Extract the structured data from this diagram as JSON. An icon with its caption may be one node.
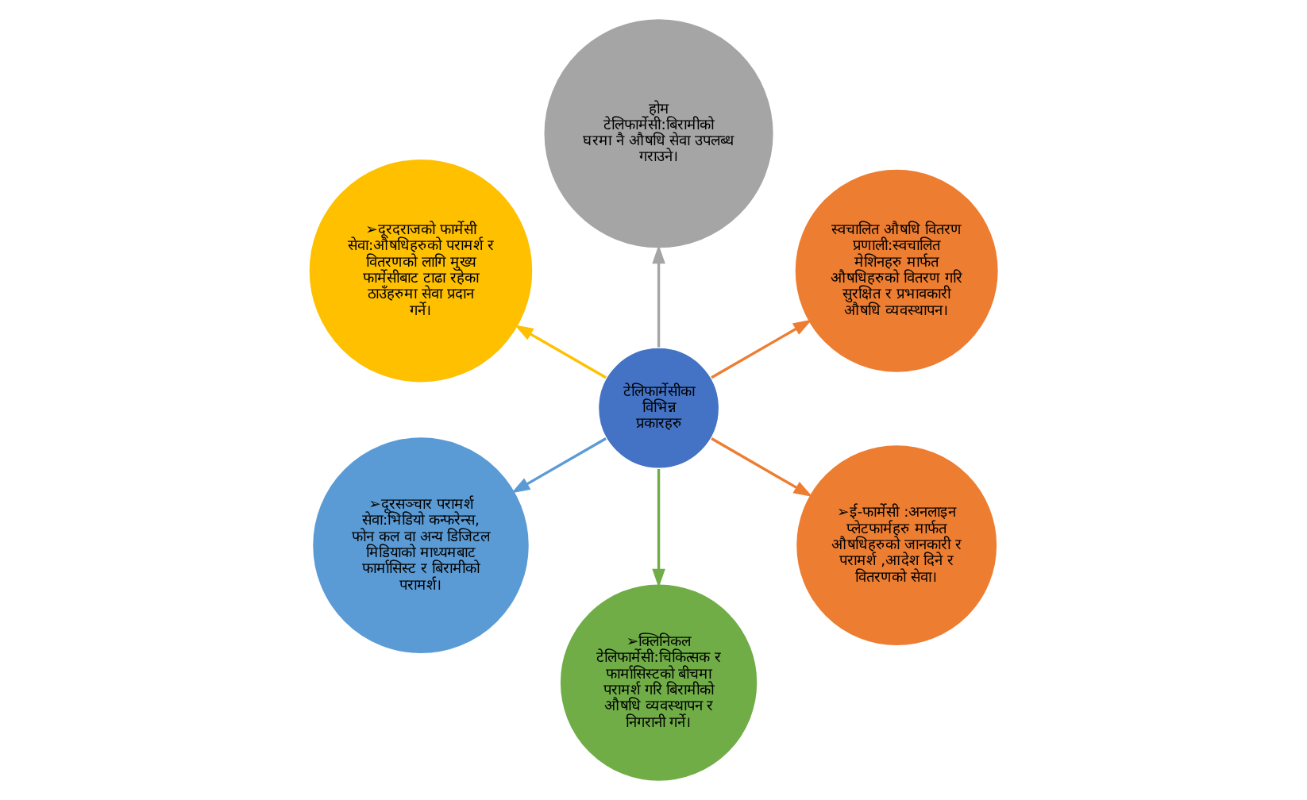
{
  "diagram": {
    "nodes": [
      {
        "text": [
          "टेलिफार्मेसीका विभिन्न प्रकारहरु"
        ]
      },
      {
        "text": [
          "स्वचालित औषधि वितरण प्रणाली:स्वचालित मेशिनहरु मार्फत औषधिहरुको वितरण गरि सुरक्षित र प्रभावकारी औषधि व्यवस्थापन।"
        ]
      },
      {
        "text": [
          "होम टेलिफार्मेसी:बिरामीको घरमा नै औषधि सेवा उपलब्ध गराउने।"
        ]
      },
      {
        "text": [
          "➢दूरदराजको फार्मेसी सेवा:औषधिहरुको परामर्श र वितरणको लागि मुख्य फार्मेसीबाट टाढा रहेका ठाउँहरुमा सेवा प्रदान गर्ने।"
        ]
      },
      {
        "text": [
          "➢दूरसञ्चार परामर्श सेवा:भिडियो कन्फरेन्स, फोन कल वा अन्य डिजिटल मिडियाको माध्यमबाट फार्मासिस्ट र बिरामीको परामर्श।"
        ]
      },
      {
        "text": [
          "➢क्लिनिकल टेलिफार्मेसी:चिकित्सक र फार्मासिस्टको बीचमा परामर्श गरि बिरामीको औषधि व्यवस्थापन र निगरानी गर्ने।"
        ]
      },
      {
        "text": [
          "➢ई-फार्मेसी :अनलाइन प्लेटफार्महरु मार्फत औषधिहरुको जानकारी र परामर्श ,आदेश दिने र वितरणको सेवा।"
        ]
      }
    ],
    "edges": [
      {
        "from": 0,
        "to": 1,
        "arrow": "to",
        "color": "#ed7d31"
      },
      {
        "from": 0,
        "to": 2,
        "arrow": "to",
        "color": "#a5a5a5"
      },
      {
        "from": 0,
        "to": 3,
        "arrow": "to",
        "color": "#ffc000"
      },
      {
        "from": 0,
        "to": 4,
        "arrow": "to",
        "color": "#5b9bd5"
      },
      {
        "from": 0,
        "to": 5,
        "arrow": "to",
        "color": "#70ad47"
      },
      {
        "from": 0,
        "to": 6,
        "arrow": "to",
        "color": "#ed7d31"
      }
    ]
  }
}
